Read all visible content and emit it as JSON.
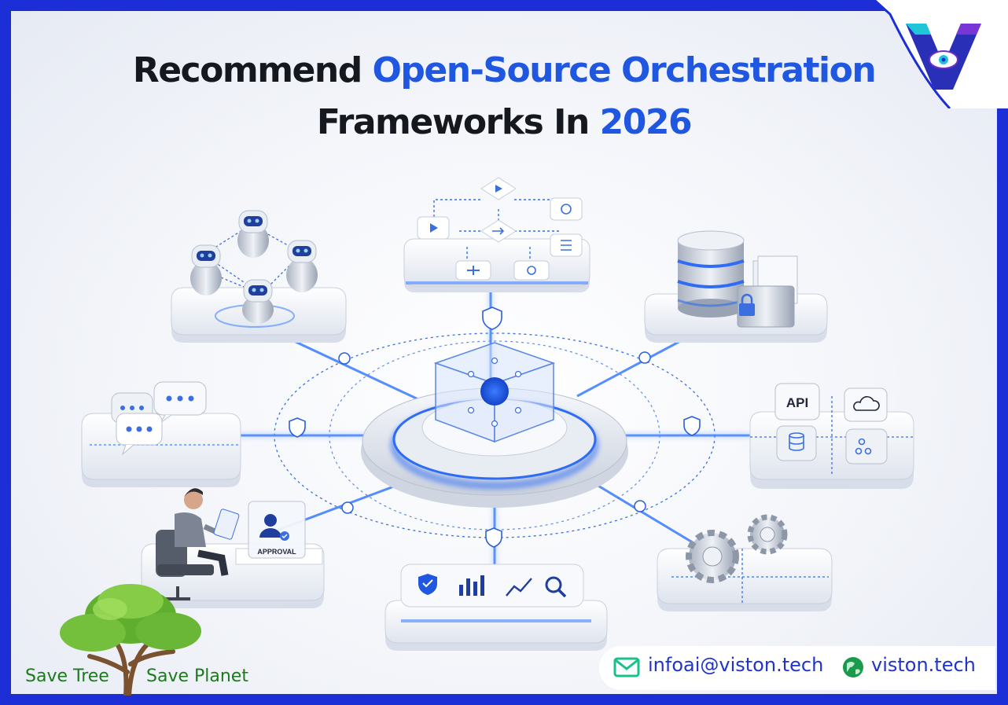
{
  "title": {
    "line1_prefix": "Recommend ",
    "line1_highlight": "Open-Source Orchestration",
    "line2_prefix": "Frameworks In ",
    "line2_highlight": "2026"
  },
  "nodes": {
    "api_label": "API",
    "approval_label": "APPROVAL"
  },
  "footer": {
    "email": "infoai@viston.tech",
    "website": "viston.tech",
    "slogan_left": "Save Tree",
    "slogan_right": "Save Planet"
  },
  "colors": {
    "frame": "#1c2fd6",
    "accent": "#1f57e0",
    "glow": "#3a7bff",
    "email_icon": "#19c08a",
    "globe_icon": "#1a9a4a",
    "slogan": "#1c7a1c"
  },
  "icons": [
    "robot-icon",
    "play-icon",
    "refresh-icon",
    "database-icon",
    "lock-icon",
    "chat-icon",
    "api-icon",
    "cloud-icon",
    "gear-icon",
    "shield-icon",
    "bar-chart-icon",
    "line-chart-icon",
    "search-icon",
    "person-icon",
    "approval-icon",
    "mail-icon",
    "globe-icon",
    "tree-icon",
    "logo-icon"
  ]
}
